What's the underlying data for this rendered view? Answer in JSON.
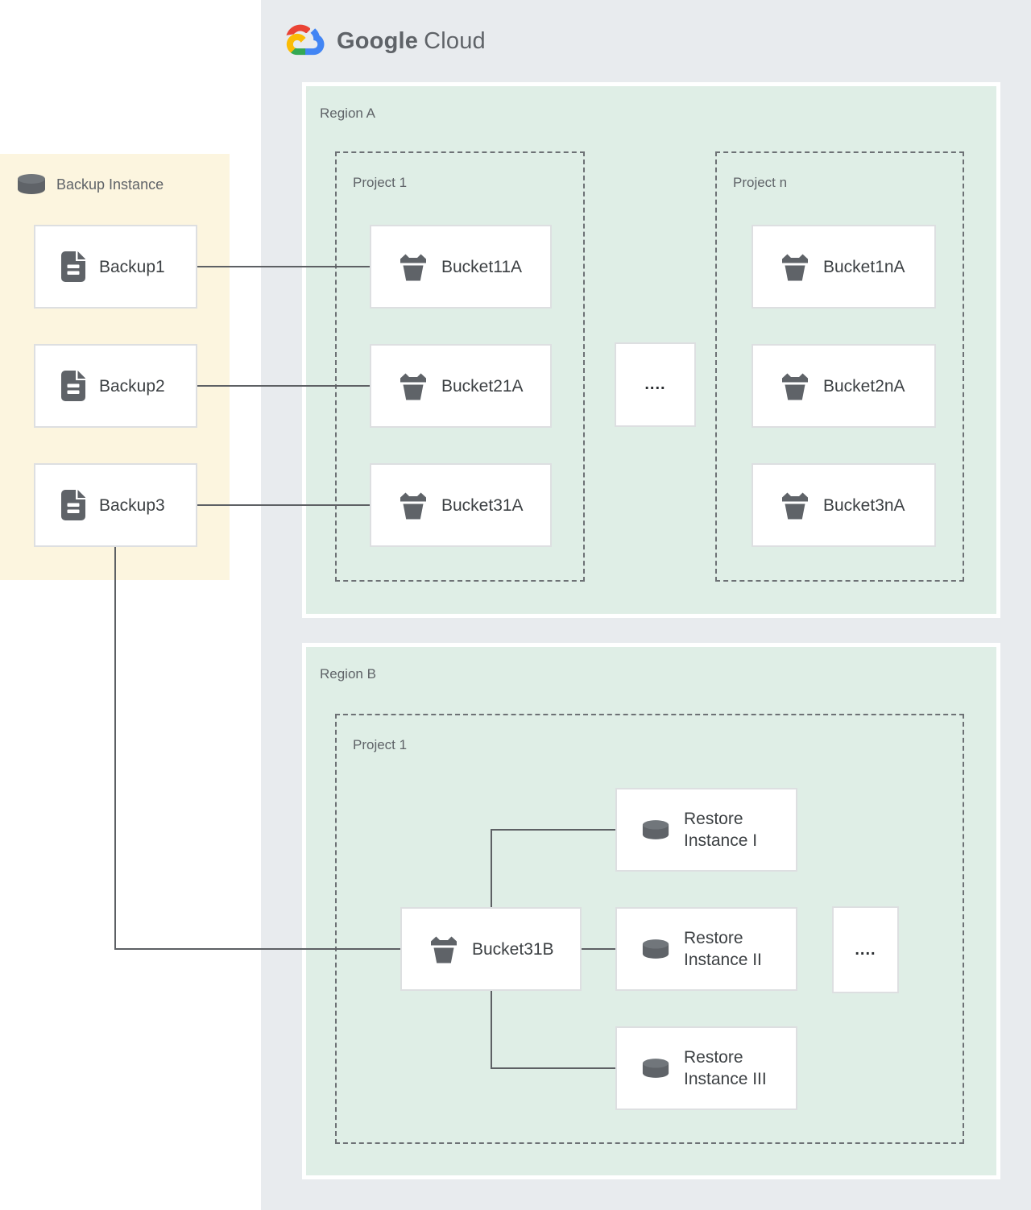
{
  "logo": {
    "part1": "Google",
    "part2": "Cloud"
  },
  "backup_panel": {
    "title": "Backup Instance",
    "items": [
      "Backup1",
      "Backup2",
      "Backup3"
    ]
  },
  "region_a": {
    "label": "Region A",
    "project_1": {
      "label": "Project 1",
      "buckets": [
        "Bucket11A",
        "Bucket21A",
        "Bucket31A"
      ]
    },
    "project_n": {
      "label": "Project n",
      "buckets": [
        "Bucket1nA",
        "Bucket2nA",
        "Bucket3nA"
      ]
    },
    "ellipsis": "...."
  },
  "region_b": {
    "label": "Region B",
    "project_1": {
      "label": "Project 1",
      "bucket": "Bucket31B",
      "restore_instances": [
        {
          "line1": "Restore",
          "line2": "Instance I"
        },
        {
          "line1": "Restore",
          "line2": "Instance II"
        },
        {
          "line1": "Restore",
          "line2": "Instance III"
        }
      ],
      "ellipsis": "...."
    }
  },
  "icons": {
    "backup_instance": "database-cylinder",
    "backup_item": "file-document",
    "bucket": "storage-bucket",
    "restore_instance": "database-cylinder",
    "logo": "google-cloud"
  },
  "colors": {
    "canvas": "#ffffff",
    "cloud_bg": "#e8ebee",
    "region_bg": "#dfeee6",
    "backup_panel_bg": "#fcf5df",
    "box_border": "#dddfe1",
    "dashed_border": "#6d7175",
    "connector": "#5d6064",
    "icon_gray": "#5f6368",
    "label_text": "#3c4043",
    "muted_text": "#5f6368",
    "logo_red": "#ea4335",
    "logo_blue": "#4285f4",
    "logo_yellow": "#fbbc05",
    "logo_green": "#34a853"
  }
}
